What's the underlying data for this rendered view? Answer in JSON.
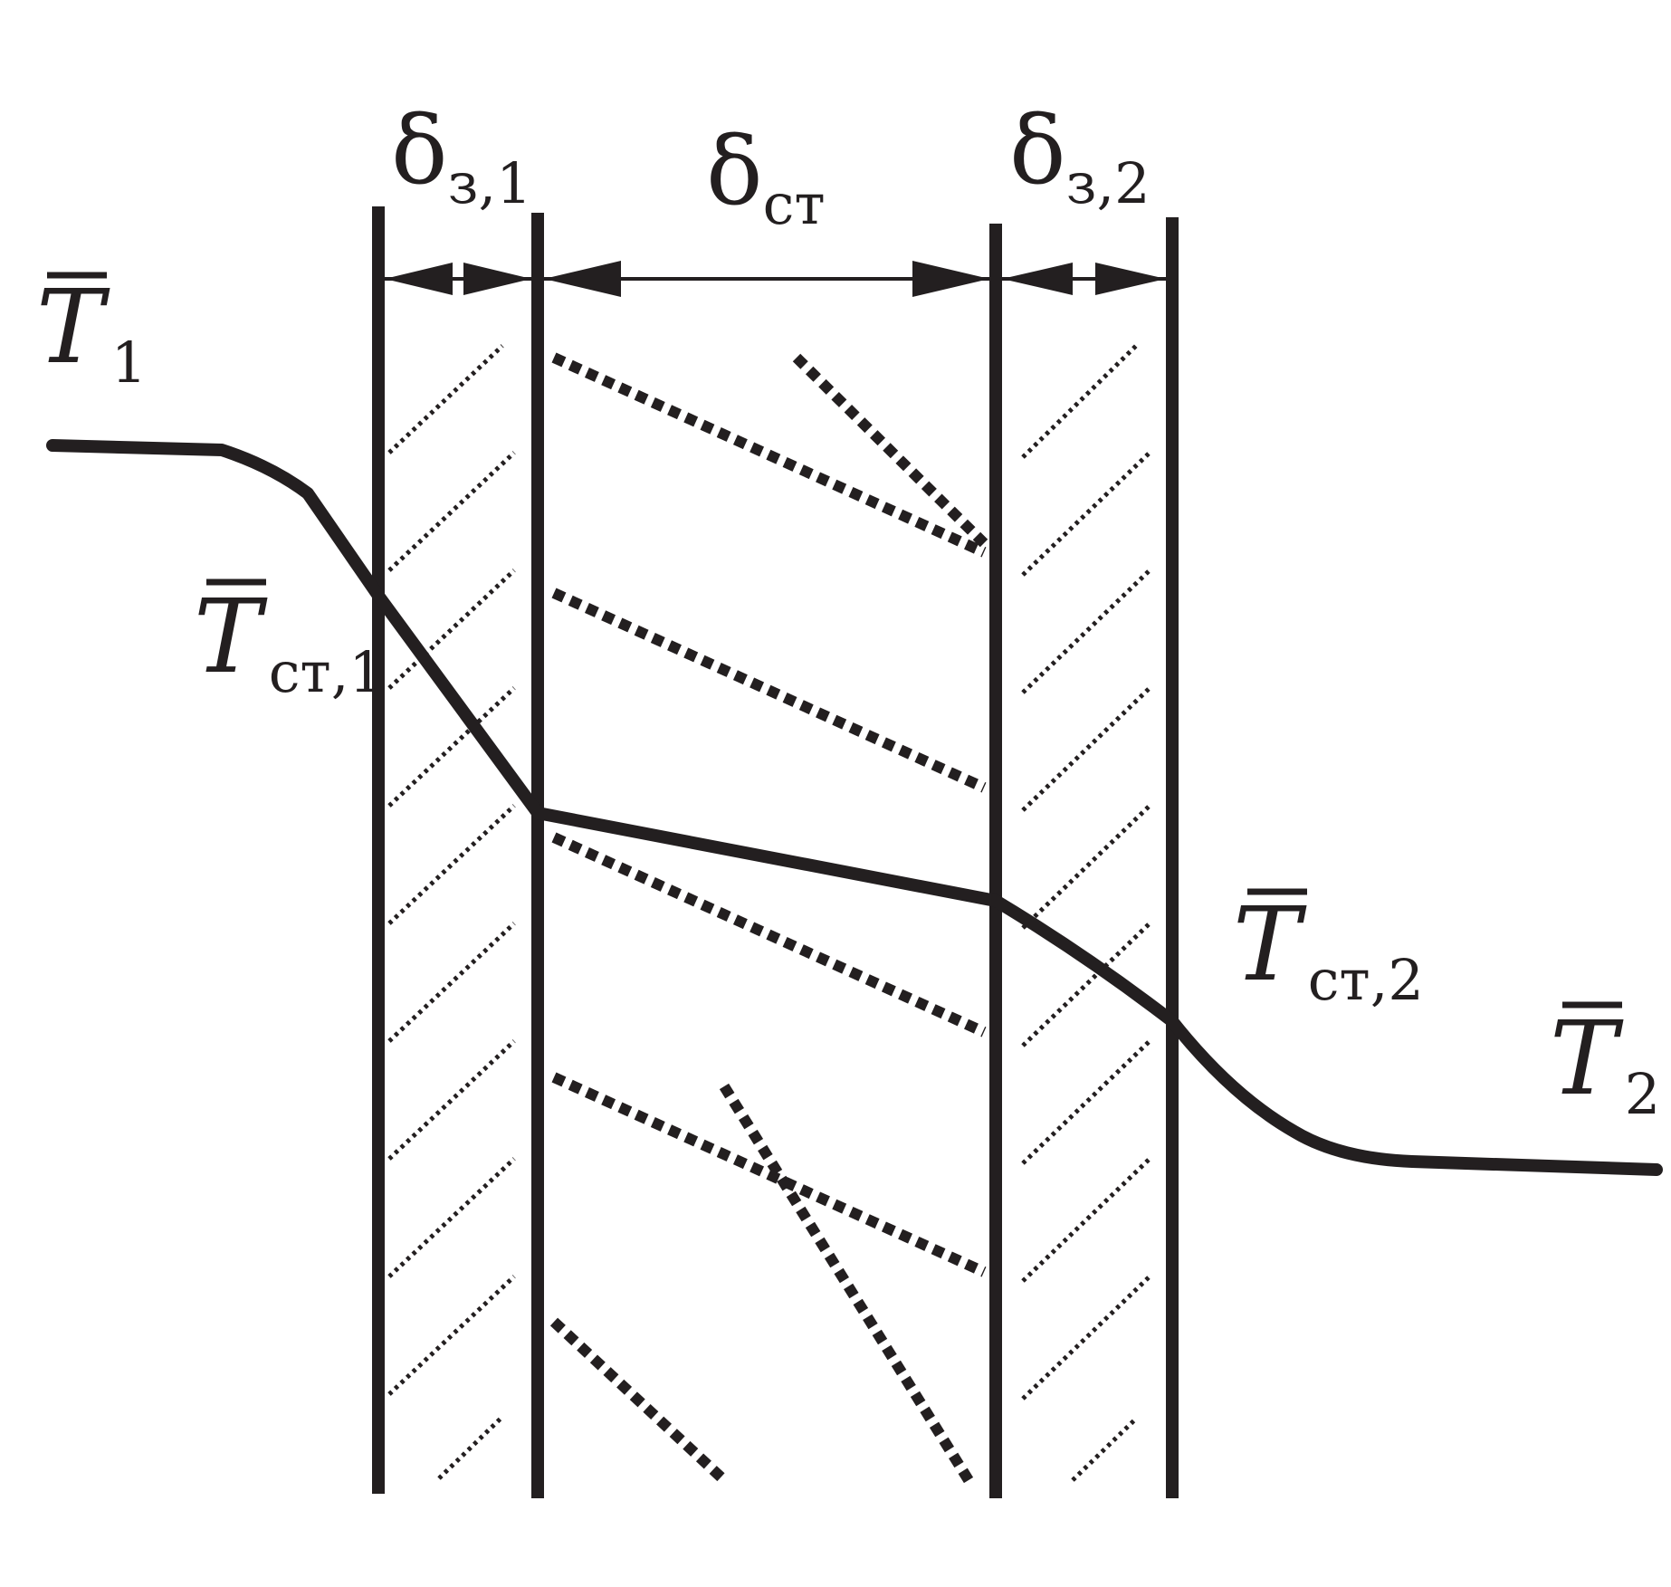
{
  "diagram": {
    "labels": {
      "delta_z1": {
        "symbol": "δ",
        "subscript": "з,1"
      },
      "delta_wall": {
        "symbol": "δ",
        "subscript": "ст"
      },
      "delta_z2": {
        "symbol": "δ",
        "subscript": "з,2"
      },
      "T1": {
        "symbol": "T",
        "subscript": "1"
      },
      "T_wall_1": {
        "symbol": "T",
        "subscript": "ст,1"
      },
      "T_wall_2": {
        "symbol": "T",
        "subscript": "ст,2"
      },
      "T2": {
        "symbol": "T",
        "subscript": "2"
      }
    },
    "color": "#231f20"
  }
}
